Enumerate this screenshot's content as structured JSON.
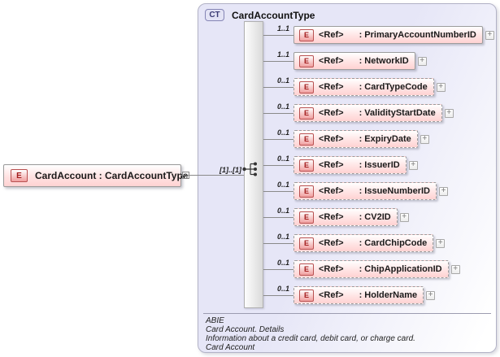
{
  "root_element": {
    "badge": "E",
    "label": "CardAccount : CardAccountType"
  },
  "container": {
    "badge": "CT",
    "title": "CardAccountType",
    "group_cardinality": "[1]..[1]",
    "compositor": "sequence",
    "expand_label": "+",
    "children": [
      {
        "cardinality": "1..1",
        "badge": "E",
        "ref": "<Ref>",
        "name": ": PrimaryAccountNumberID"
      },
      {
        "cardinality": "1..1",
        "badge": "E",
        "ref": "<Ref>",
        "name": ": NetworkID"
      },
      {
        "cardinality": "0..1",
        "badge": "E",
        "ref": "<Ref>",
        "name": ": CardTypeCode"
      },
      {
        "cardinality": "0..1",
        "badge": "E",
        "ref": "<Ref>",
        "name": ": ValidityStartDate"
      },
      {
        "cardinality": "0..1",
        "badge": "E",
        "ref": "<Ref>",
        "name": ": ExpiryDate"
      },
      {
        "cardinality": "0..1",
        "badge": "E",
        "ref": "<Ref>",
        "name": ": IssuerID"
      },
      {
        "cardinality": "0..1",
        "badge": "E",
        "ref": "<Ref>",
        "name": ": IssueNumberID"
      },
      {
        "cardinality": "0..1",
        "badge": "E",
        "ref": "<Ref>",
        "name": ": CV2ID"
      },
      {
        "cardinality": "0..1",
        "badge": "E",
        "ref": "<Ref>",
        "name": ": CardChipCode"
      },
      {
        "cardinality": "0..1",
        "badge": "E",
        "ref": "<Ref>",
        "name": ": ChipApplicationID"
      },
      {
        "cardinality": "0..1",
        "badge": "E",
        "ref": "<Ref>",
        "name": ": HolderName"
      }
    ],
    "annotation": [
      "ABIE",
      "Card Account. Details",
      "Information about a credit card, debit card, or charge card.",
      "Card Account"
    ]
  },
  "colors": {
    "element_fill": "#ffd2d2",
    "element_border": "#9c9c9c",
    "badge_red_border": "#b85050",
    "badge_red_text": "#a31c1c",
    "container_fill": "#e6e6f7",
    "container_border": "#b2b2c6",
    "ct_badge_border": "#8585b5",
    "ct_badge_text": "#3b3b74",
    "line": "#8a8a8a"
  }
}
